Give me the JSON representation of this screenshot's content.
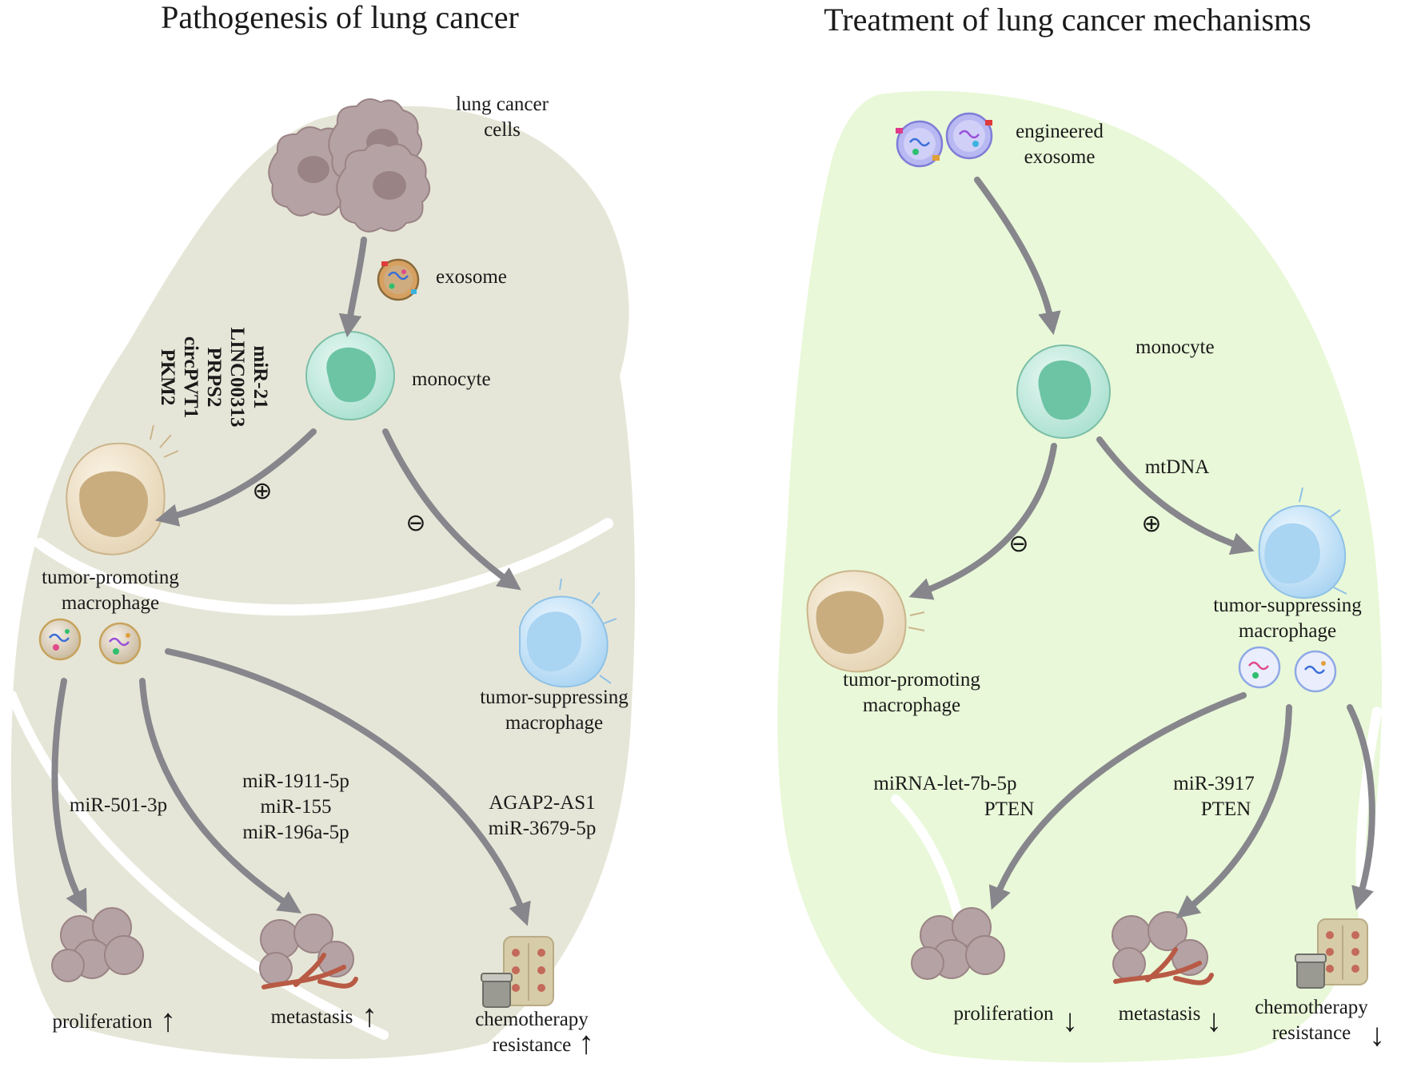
{
  "colors": {
    "left_bg": "#e6e6d8",
    "right_bg": "#e9f8d8",
    "arrow": "#86868c",
    "cancer_cell": "#b5a2a4",
    "monocyte": "#9fdcc8",
    "tumor_promoting": "#c9ad7f",
    "tumor_suppressing": "#a9d4f2",
    "vessel": "#b85a45"
  },
  "left": {
    "title": "Pathogenesis of lung cancer",
    "lung_cancer_cells": [
      "lung cancer",
      "cells"
    ],
    "exosome": "exosome",
    "monocyte": "monocyte",
    "promoting_factors": [
      "miR-21",
      "LINC00313",
      "PRPS2",
      "circPVT1",
      "PKM2"
    ],
    "plus": "⊕",
    "minus": "⊖",
    "tumor_promoting": [
      "tumor-promoting",
      "macrophage"
    ],
    "tumor_suppressing": [
      "tumor-suppressing",
      "macrophage"
    ],
    "path1": [
      "miR-501-3p"
    ],
    "path2": [
      "miR-1911-5p",
      "miR-155",
      "miR-196a-5p"
    ],
    "path3": [
      "AGAP2-AS1",
      "miR-3679-5p"
    ],
    "outcome1": "proliferation",
    "outcome2": "metastasis",
    "outcome3": [
      "chemotherapy",
      "resistance"
    ],
    "direction": "↑"
  },
  "right": {
    "title": "Treatment of lung cancer mechanisms",
    "engineered_exosome": [
      "engineered",
      "exosome"
    ],
    "monocyte": "monocyte",
    "mtdna": "mtDNA",
    "minus": "⊖",
    "plus": "⊕",
    "tumor_promoting": [
      "tumor-promoting",
      "macrophage"
    ],
    "tumor_suppressing": [
      "tumor-suppressing",
      "macrophage"
    ],
    "path1": [
      "miRNA-let-7b-5p",
      "PTEN"
    ],
    "path2": [
      "miR-3917",
      "PTEN"
    ],
    "outcome1": "proliferation",
    "outcome2": "metastasis",
    "outcome3": [
      "chemotherapy",
      "resistance"
    ],
    "direction": "↓"
  }
}
